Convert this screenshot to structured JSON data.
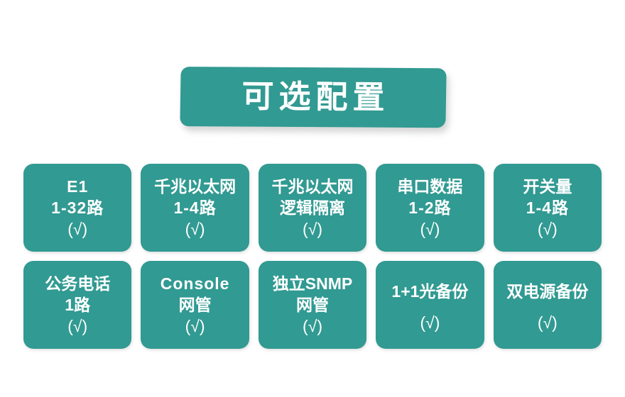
{
  "banner": {
    "title": "可选配置",
    "color": "#319a92",
    "text_color": "#ffffff"
  },
  "theme": {
    "accent": "#319a92",
    "background": "#ffffff",
    "card_text": "#ffffff"
  },
  "grid": {
    "columns": 5,
    "rows": 2,
    "check_mark": "(√)",
    "cards": [
      {
        "lines": [
          "E1",
          "1-32路"
        ],
        "check": "(√)",
        "name": "card-e1"
      },
      {
        "lines": [
          "千兆以太网",
          "1-4路"
        ],
        "check": "(√)",
        "name": "card-gigabit-ethernet"
      },
      {
        "lines": [
          "千兆以太网",
          "逻辑隔离"
        ],
        "check": "(√)",
        "name": "card-gigabit-ethernet-logical-isolation"
      },
      {
        "lines": [
          "串口数据",
          "1-2路"
        ],
        "check": "(√)",
        "name": "card-serial-data"
      },
      {
        "lines": [
          "开关量",
          "1-4路"
        ],
        "check": "(√)",
        "name": "card-switch-quantity"
      },
      {
        "lines": [
          "公务电话",
          "1路"
        ],
        "check": "(√)",
        "name": "card-service-telephone"
      },
      {
        "lines": [
          "Console",
          "网管"
        ],
        "check": "(√)",
        "name": "card-console-management"
      },
      {
        "lines": [
          "独立SNMP",
          "网管"
        ],
        "check": "(√)",
        "name": "card-independent-snmp-management"
      },
      {
        "lines": [
          "1+1光备份"
        ],
        "check": "(√)",
        "name": "card-optical-backup"
      },
      {
        "lines": [
          "双电源备份"
        ],
        "check": "(√)",
        "name": "card-dual-power-backup"
      }
    ]
  }
}
